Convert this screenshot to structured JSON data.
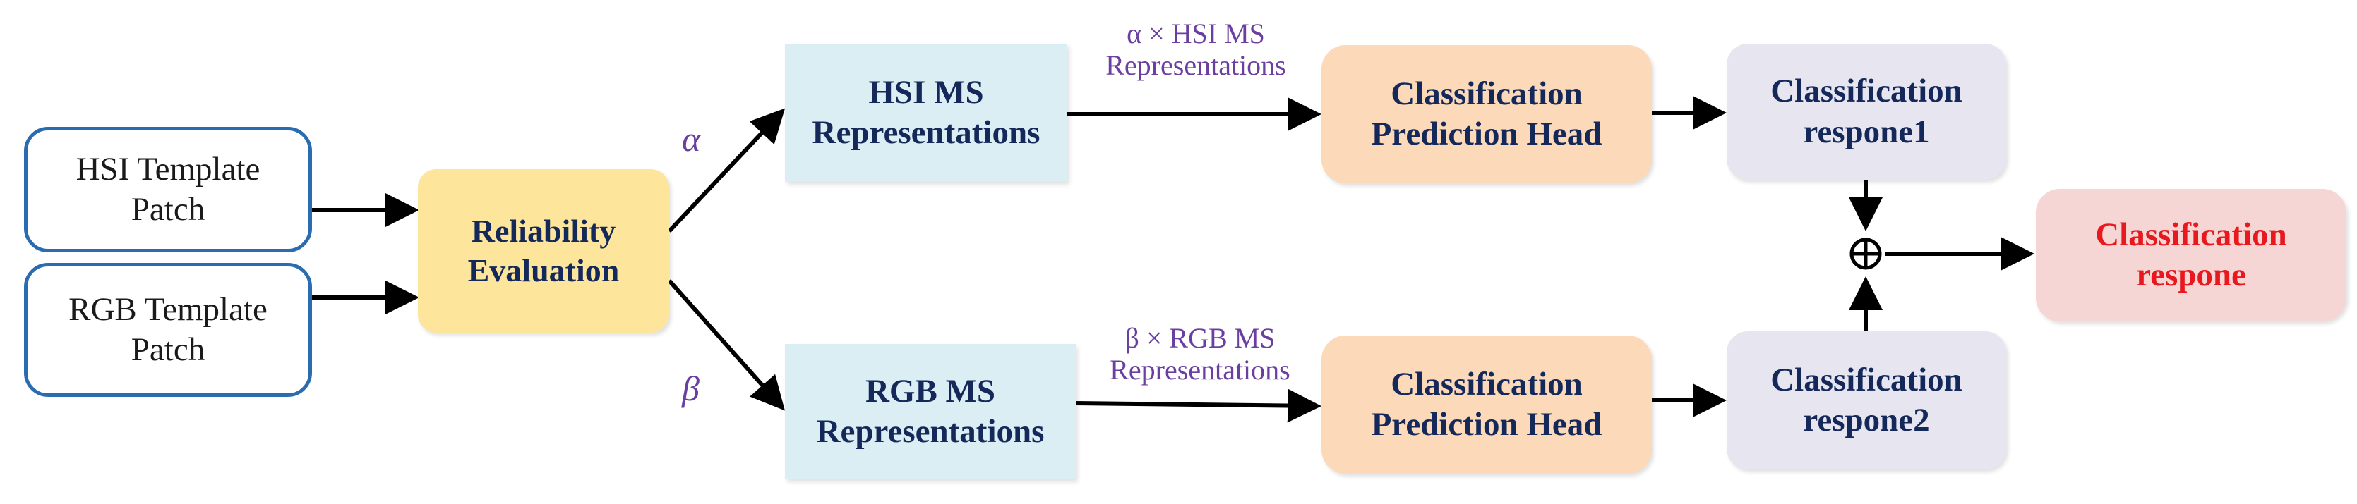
{
  "inputs": {
    "hsi_template": {
      "line1": "HSI Template",
      "line2": "Patch"
    },
    "rgb_template": {
      "line1": "RGB Template",
      "line2": "Patch"
    }
  },
  "reliability": {
    "line1": "Reliability",
    "line2": "Evaluation"
  },
  "weights": {
    "alpha": "α",
    "beta": "β"
  },
  "representations": {
    "hsi": {
      "line1": "HSI MS",
      "line2": "Representations"
    },
    "rgb": {
      "line1": "RGB MS",
      "line2": "Representations"
    }
  },
  "edge_labels": {
    "hsi": {
      "line1": "α × HSI MS",
      "line2": "Representations"
    },
    "rgb": {
      "line1": "β × RGB MS",
      "line2": "Representations"
    }
  },
  "heads": {
    "top": {
      "line1": "Classification",
      "line2": "Prediction Head"
    },
    "bottom": {
      "line1": "Classification",
      "line2": "Prediction Head"
    }
  },
  "responses": {
    "r1": {
      "line1": "Classification",
      "line2": "respone1"
    },
    "r2": {
      "line1": "Classification",
      "line2": "respone2"
    }
  },
  "fusion": {
    "symbol": "⊕"
  },
  "final": {
    "line1": "Classification",
    "line2": "respone"
  },
  "colors": {
    "node_text": "#14285a",
    "input_border": "#2b6cb0",
    "reliability_fill": "#fde59c",
    "representation_fill": "#dbeef4",
    "head_fill": "#fbd9b9",
    "response_fill": "#e7e6f0",
    "final_fill": "#f5d6d4",
    "final_text": "#e8191e",
    "label_purple": "#6a3fa0",
    "arrow": "#000000"
  }
}
